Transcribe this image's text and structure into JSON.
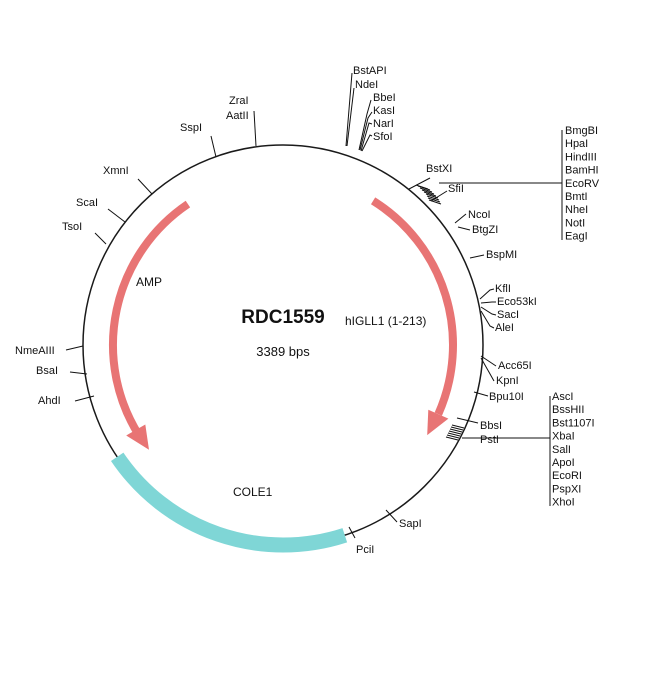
{
  "plasmid": {
    "name": "RDC1559",
    "size_text": "3389 bps",
    "length_bp": 3389
  },
  "colors": {
    "backbone": "#1a1a1a",
    "cds_arrow": "#e87474",
    "cds_arrow_stroke": "#c94c4c",
    "ori": "#7fd6d6",
    "ori_stroke": "#4fb4b4"
  },
  "features": {
    "amp": {
      "label": "AMP",
      "type": "cds"
    },
    "insert": {
      "label": "hIGLL1 (1-213)",
      "type": "cds"
    },
    "ori": {
      "label": "COLE1",
      "type": "origin"
    }
  },
  "sites": {
    "bstapi": "BstAPI",
    "ndei": "NdeI",
    "bbei": "BbeI",
    "kasi": "KasI",
    "nari": "NarI",
    "sfoi": "SfoI",
    "zrai": "ZraI",
    "aatii": "AatII",
    "sspi": "SspI",
    "xmni": "XmnI",
    "scai": "ScaI",
    "tsoi": "TsoI",
    "nmeaiii": "NmeAIII",
    "bsai": "BsaI",
    "ahdi": "AhdI",
    "bstxi": "BstXI",
    "sfii": "SfiI",
    "ncoi": "NcoI",
    "btgzi": "BtgZI",
    "bspmi": "BspMI",
    "kfli": "KflI",
    "eco53ki": "Eco53kI",
    "saci": "SacI",
    "alei": "AleI",
    "acc65i": "Acc65I",
    "kpni": "KpnI",
    "bpu10i": "Bpu10I",
    "bbsi": "BbsI",
    "psti": "PstI",
    "sapi": "SapI",
    "pcii": "PciI"
  },
  "mcs_top": [
    "BmgBI",
    "HpaI",
    "HindIII",
    "BamHI",
    "EcoRV",
    "BmtI",
    "NheI",
    "NotI",
    "EagI"
  ],
  "mcs_bottom": [
    "AscI",
    "BssHII",
    "Bst1107I",
    "XbaI",
    "SalI",
    "ApoI",
    "EcoRI",
    "PspXI",
    "XhoI"
  ]
}
